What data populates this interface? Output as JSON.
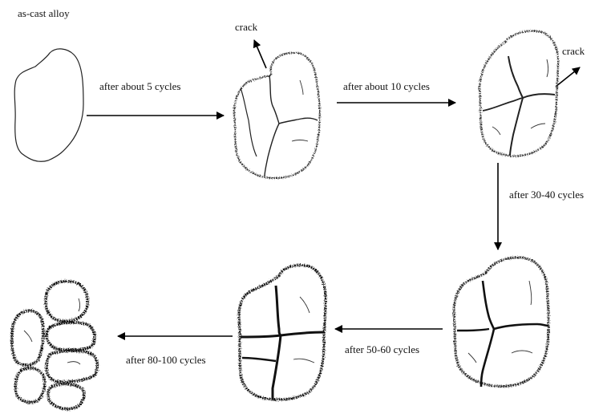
{
  "title": "as-cast alloy",
  "stages": {
    "initial": "as-cast alloy",
    "s5": "after about 5 cycles",
    "s10": "after about 10 cycles",
    "s30": "after 30-40 cycles",
    "s50": "after 50-60 cycles",
    "s80": "after 80-100 cycles"
  },
  "annotations": {
    "crack_a": "crack",
    "crack_b": "crack"
  }
}
